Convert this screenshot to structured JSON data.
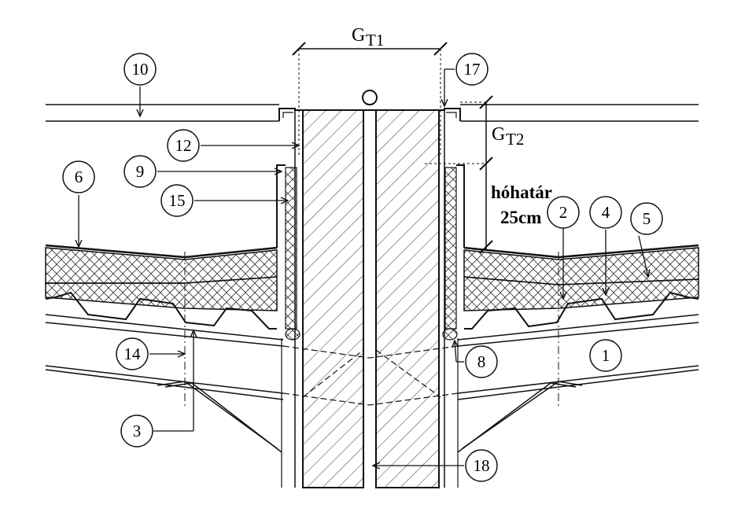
{
  "dimensions": {
    "gt1_main": "G",
    "gt1_sub": "T1",
    "gt2_main": "G",
    "gt2_sub": "T2"
  },
  "snow_note": {
    "line1": "hóhatár",
    "line2": "25cm"
  },
  "callouts": [
    {
      "id": "c1",
      "label": "1"
    },
    {
      "id": "c2",
      "label": "2"
    },
    {
      "id": "c3",
      "label": "3"
    },
    {
      "id": "c4",
      "label": "4"
    },
    {
      "id": "c5",
      "label": "5"
    },
    {
      "id": "c6",
      "label": "6"
    },
    {
      "id": "c8",
      "label": "8"
    },
    {
      "id": "c9",
      "label": "9"
    },
    {
      "id": "c10",
      "label": "10"
    },
    {
      "id": "c12",
      "label": "12"
    },
    {
      "id": "c14",
      "label": "14"
    },
    {
      "id": "c15",
      "label": "15"
    },
    {
      "id": "c17",
      "label": "17"
    },
    {
      "id": "c18",
      "label": "18"
    }
  ],
  "colors": {
    "line": "#111111",
    "hatch": "#333333",
    "background": "#ffffff"
  }
}
